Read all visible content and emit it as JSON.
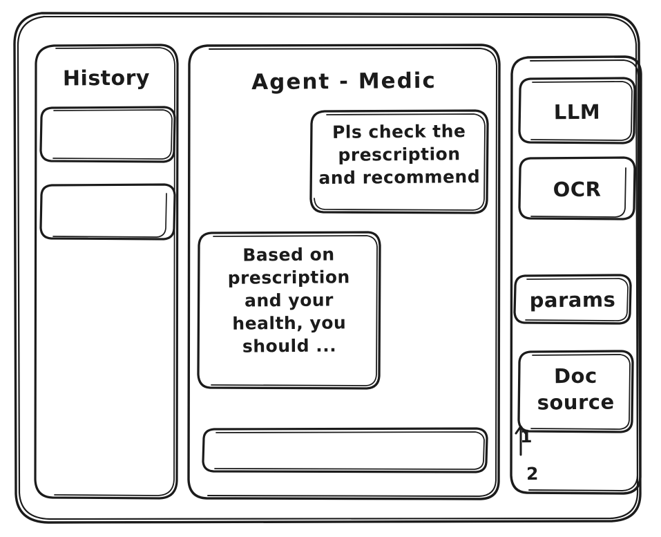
{
  "window": {
    "style": "hand-drawn-wireframe",
    "stroke_color": "#1b1b1b",
    "background_color": "#ffffff"
  },
  "sidebar_left": {
    "title": "History",
    "items": [
      {
        "label": "",
        "name": "history-item-1"
      },
      {
        "label": "",
        "name": "history-item-2"
      }
    ]
  },
  "main": {
    "title": "Agent - Medic",
    "messages": [
      {
        "role": "user",
        "text": "Pls check the\nprescription\nand recommend"
      },
      {
        "role": "assistant",
        "text": "Based on\nprescription\nand your\nhealth, you\nshould ..."
      }
    ],
    "composer": {
      "value": "",
      "placeholder": ""
    }
  },
  "sidebar_right": {
    "chips": [
      {
        "label": "LLM",
        "name": "llm-chip"
      },
      {
        "label": "OCR",
        "name": "ocr-chip"
      },
      {
        "label": "params",
        "name": "params-chip"
      },
      {
        "label": "Doc\nsource",
        "name": "doc-source-chip"
      }
    ],
    "annotations": [
      {
        "label": "1",
        "name": "annotation-1"
      },
      {
        "label": "2",
        "name": "annotation-2"
      }
    ]
  }
}
